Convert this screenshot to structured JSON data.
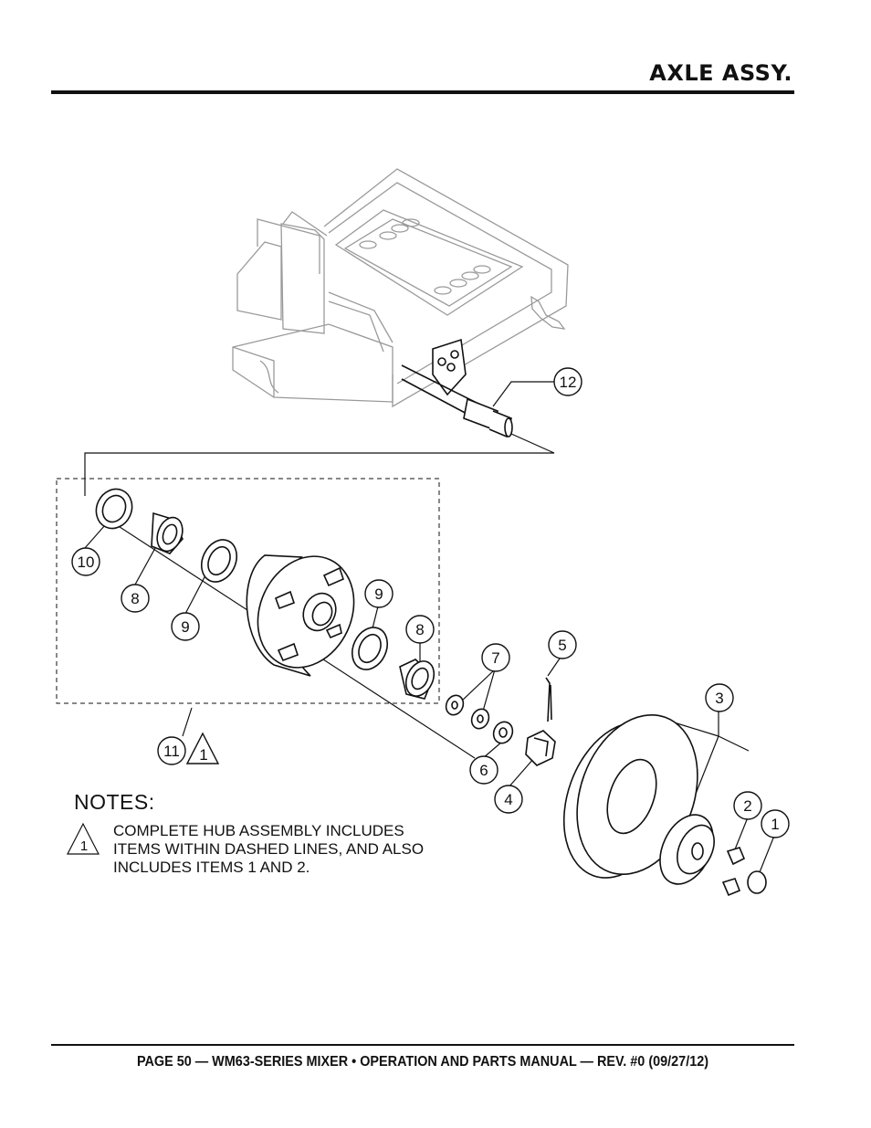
{
  "header": {
    "title": "AXLE ASSY."
  },
  "footer": {
    "text": "PAGE 50 — WM63-SERIES MIXER • OPERATION AND PARTS MANUAL — REV. #0 (09/27/12)"
  },
  "callouts": {
    "c1": "1",
    "c2": "2",
    "c3": "3",
    "c4": "4",
    "c5": "5",
    "c6": "6",
    "c7": "7",
    "c8a": "8",
    "c8b": "8",
    "c9a": "9",
    "c9b": "9",
    "c10": "10",
    "c11": "11",
    "c12": "12",
    "tri11": "1",
    "tri_note": "1"
  },
  "notes": {
    "title": "NOTES:",
    "lines": [
      "COMPLETE HUB ASSEMBLY INCLUDES",
      "ITEMS WITHIN DASHED LINES, AND ALSO",
      "INCLUDES ITEMS 1 AND 2."
    ]
  }
}
